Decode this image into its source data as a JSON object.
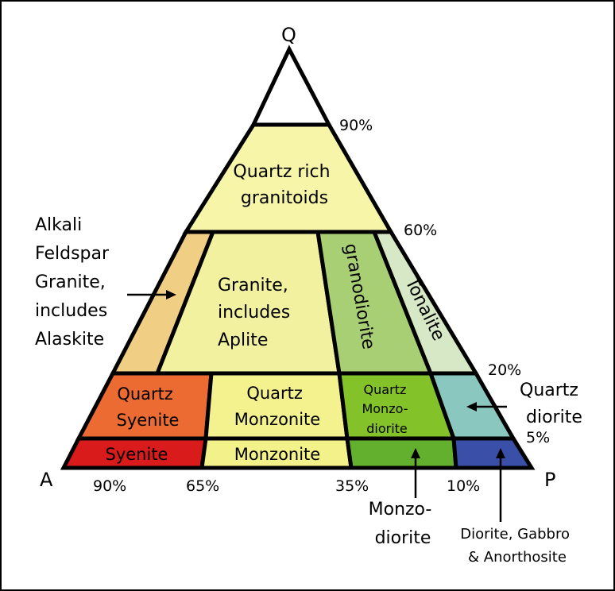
{
  "corners": {
    "top": "Q",
    "left": "A",
    "right": "P"
  },
  "right_percent_labels": [
    "90%",
    "60%",
    "20%",
    "5%"
  ],
  "bottom_percent_labels": [
    "90%",
    "65%",
    "35%",
    "10%"
  ],
  "regions": {
    "quartz_rich": [
      "Quartz rich",
      "granitoids"
    ],
    "alkali_granite_callout": [
      "Alkali",
      "Feldspar",
      "Granite,",
      "includes",
      "Alaskite"
    ],
    "granite": [
      "Granite,",
      "includes",
      "Aplite"
    ],
    "granodiorite": "granodiorite",
    "tonalite": "Tonalite",
    "quartz_syenite": [
      "Quartz",
      "Syenite"
    ],
    "quartz_monzonite": [
      "Quartz",
      "Monzonite"
    ],
    "quartz_monzodiorite": [
      "Quartz",
      "Monzo-",
      "diorite"
    ],
    "quartz_diorite_callout": [
      "Quartz",
      "diorite"
    ],
    "syenite": "Syenite",
    "monzonite": "Monzonite",
    "monzodiorite_callout": [
      "Monzo-",
      "diorite"
    ],
    "diorite_callout": [
      "Diorite, Gabbro",
      "& Anorthosite"
    ]
  },
  "colors": {
    "quartz_rich": "#f6f5a8",
    "alkali_granite": "#f0cf84",
    "granite": "#f1f1a0",
    "granodiorite": "#a9cf74",
    "tonalite": "#d6e8c6",
    "quartz_syenite": "#ec6b32",
    "quartz_monzonite": "#f4f28e",
    "quartz_monzodiorite": "#84c22a",
    "quartz_diorite": "#8ac7bf",
    "syenite": "#d91b1b",
    "monzonite": "#f3f18a",
    "monzodiorite": "#62b02d",
    "diorite": "#3a4fa8"
  }
}
